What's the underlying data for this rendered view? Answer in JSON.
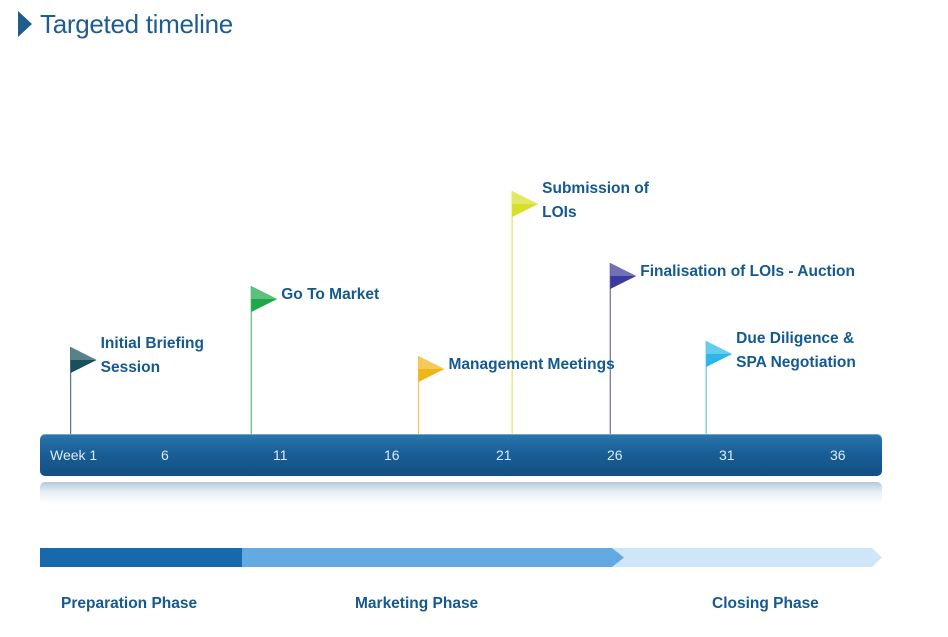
{
  "title": "Targeted timeline",
  "milestones": [
    {
      "lines": [
        "Initial Briefing",
        "Session"
      ],
      "week": 1.7,
      "color": "#1b4f5c"
    },
    {
      "lines": [
        "Go To Market"
      ],
      "week": 9.8,
      "color": "#1fa84a"
    },
    {
      "lines": [
        "Management Meetings"
      ],
      "week": 17.3,
      "color": "#f0b51a"
    },
    {
      "lines": [
        "Submission of",
        "LOIs"
      ],
      "week": 21.5,
      "color": "#d7df2a"
    },
    {
      "lines": [
        "Finalisation of LOIs - Auction"
      ],
      "week": 25.9,
      "color": "#3b3a9e"
    },
    {
      "lines": [
        "Due Diligence &",
        "SPA Negotiation"
      ],
      "week": 30.2,
      "color": "#2bb8e8"
    }
  ],
  "axis": {
    "ticks": [
      "Week 1",
      "6",
      "11",
      "16",
      "21",
      "26",
      "31",
      "36"
    ]
  },
  "phases": [
    {
      "label": "Preparation Phase"
    },
    {
      "label": "Marketing Phase"
    },
    {
      "label": "Closing Phase"
    }
  ],
  "colors": {
    "title": "#1f5d8f",
    "text": "#14598f",
    "bar": "#1a5f97",
    "phase_dark": "#1669ad",
    "phase_mid": "#63a9e2",
    "phase_light": "#cde6f8"
  }
}
